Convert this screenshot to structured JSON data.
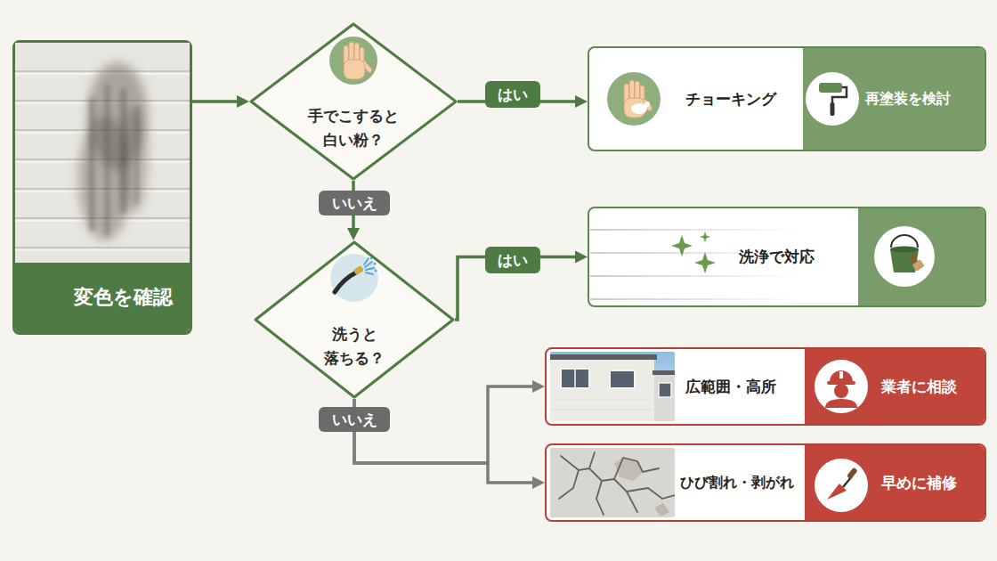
{
  "diagram": {
    "nodes": [
      {
        "text": [
          "変色を確認"
        ]
      },
      {
        "text": [
          "手でこすると 白い粉？"
        ]
      },
      {
        "text": [
          "チョーキング",
          "再塗装を検討"
        ]
      },
      {
        "text": [
          "洗うと 落ちる？"
        ]
      },
      {
        "text": [
          "洗浄で対応"
        ]
      },
      {
        "text": [
          "広範囲・高所",
          "業者に相談"
        ]
      },
      {
        "text": [
          "ひび割れ・剥がれ",
          "早めに補修"
        ]
      }
    ],
    "edges": [
      {
        "from": 0,
        "to": 1,
        "arrow": "to"
      },
      {
        "from": 1,
        "to": 2,
        "label": "はい",
        "arrow": "to"
      },
      {
        "from": 1,
        "to": 3,
        "label": "いいえ",
        "arrow": "to"
      },
      {
        "from": 3,
        "to": 4,
        "label": "はい",
        "arrow": "to"
      },
      {
        "from": 3,
        "to": 5,
        "label": "いいえ",
        "arrow": "to"
      },
      {
        "from": 3,
        "to": 6,
        "arrow": "to"
      }
    ]
  }
}
